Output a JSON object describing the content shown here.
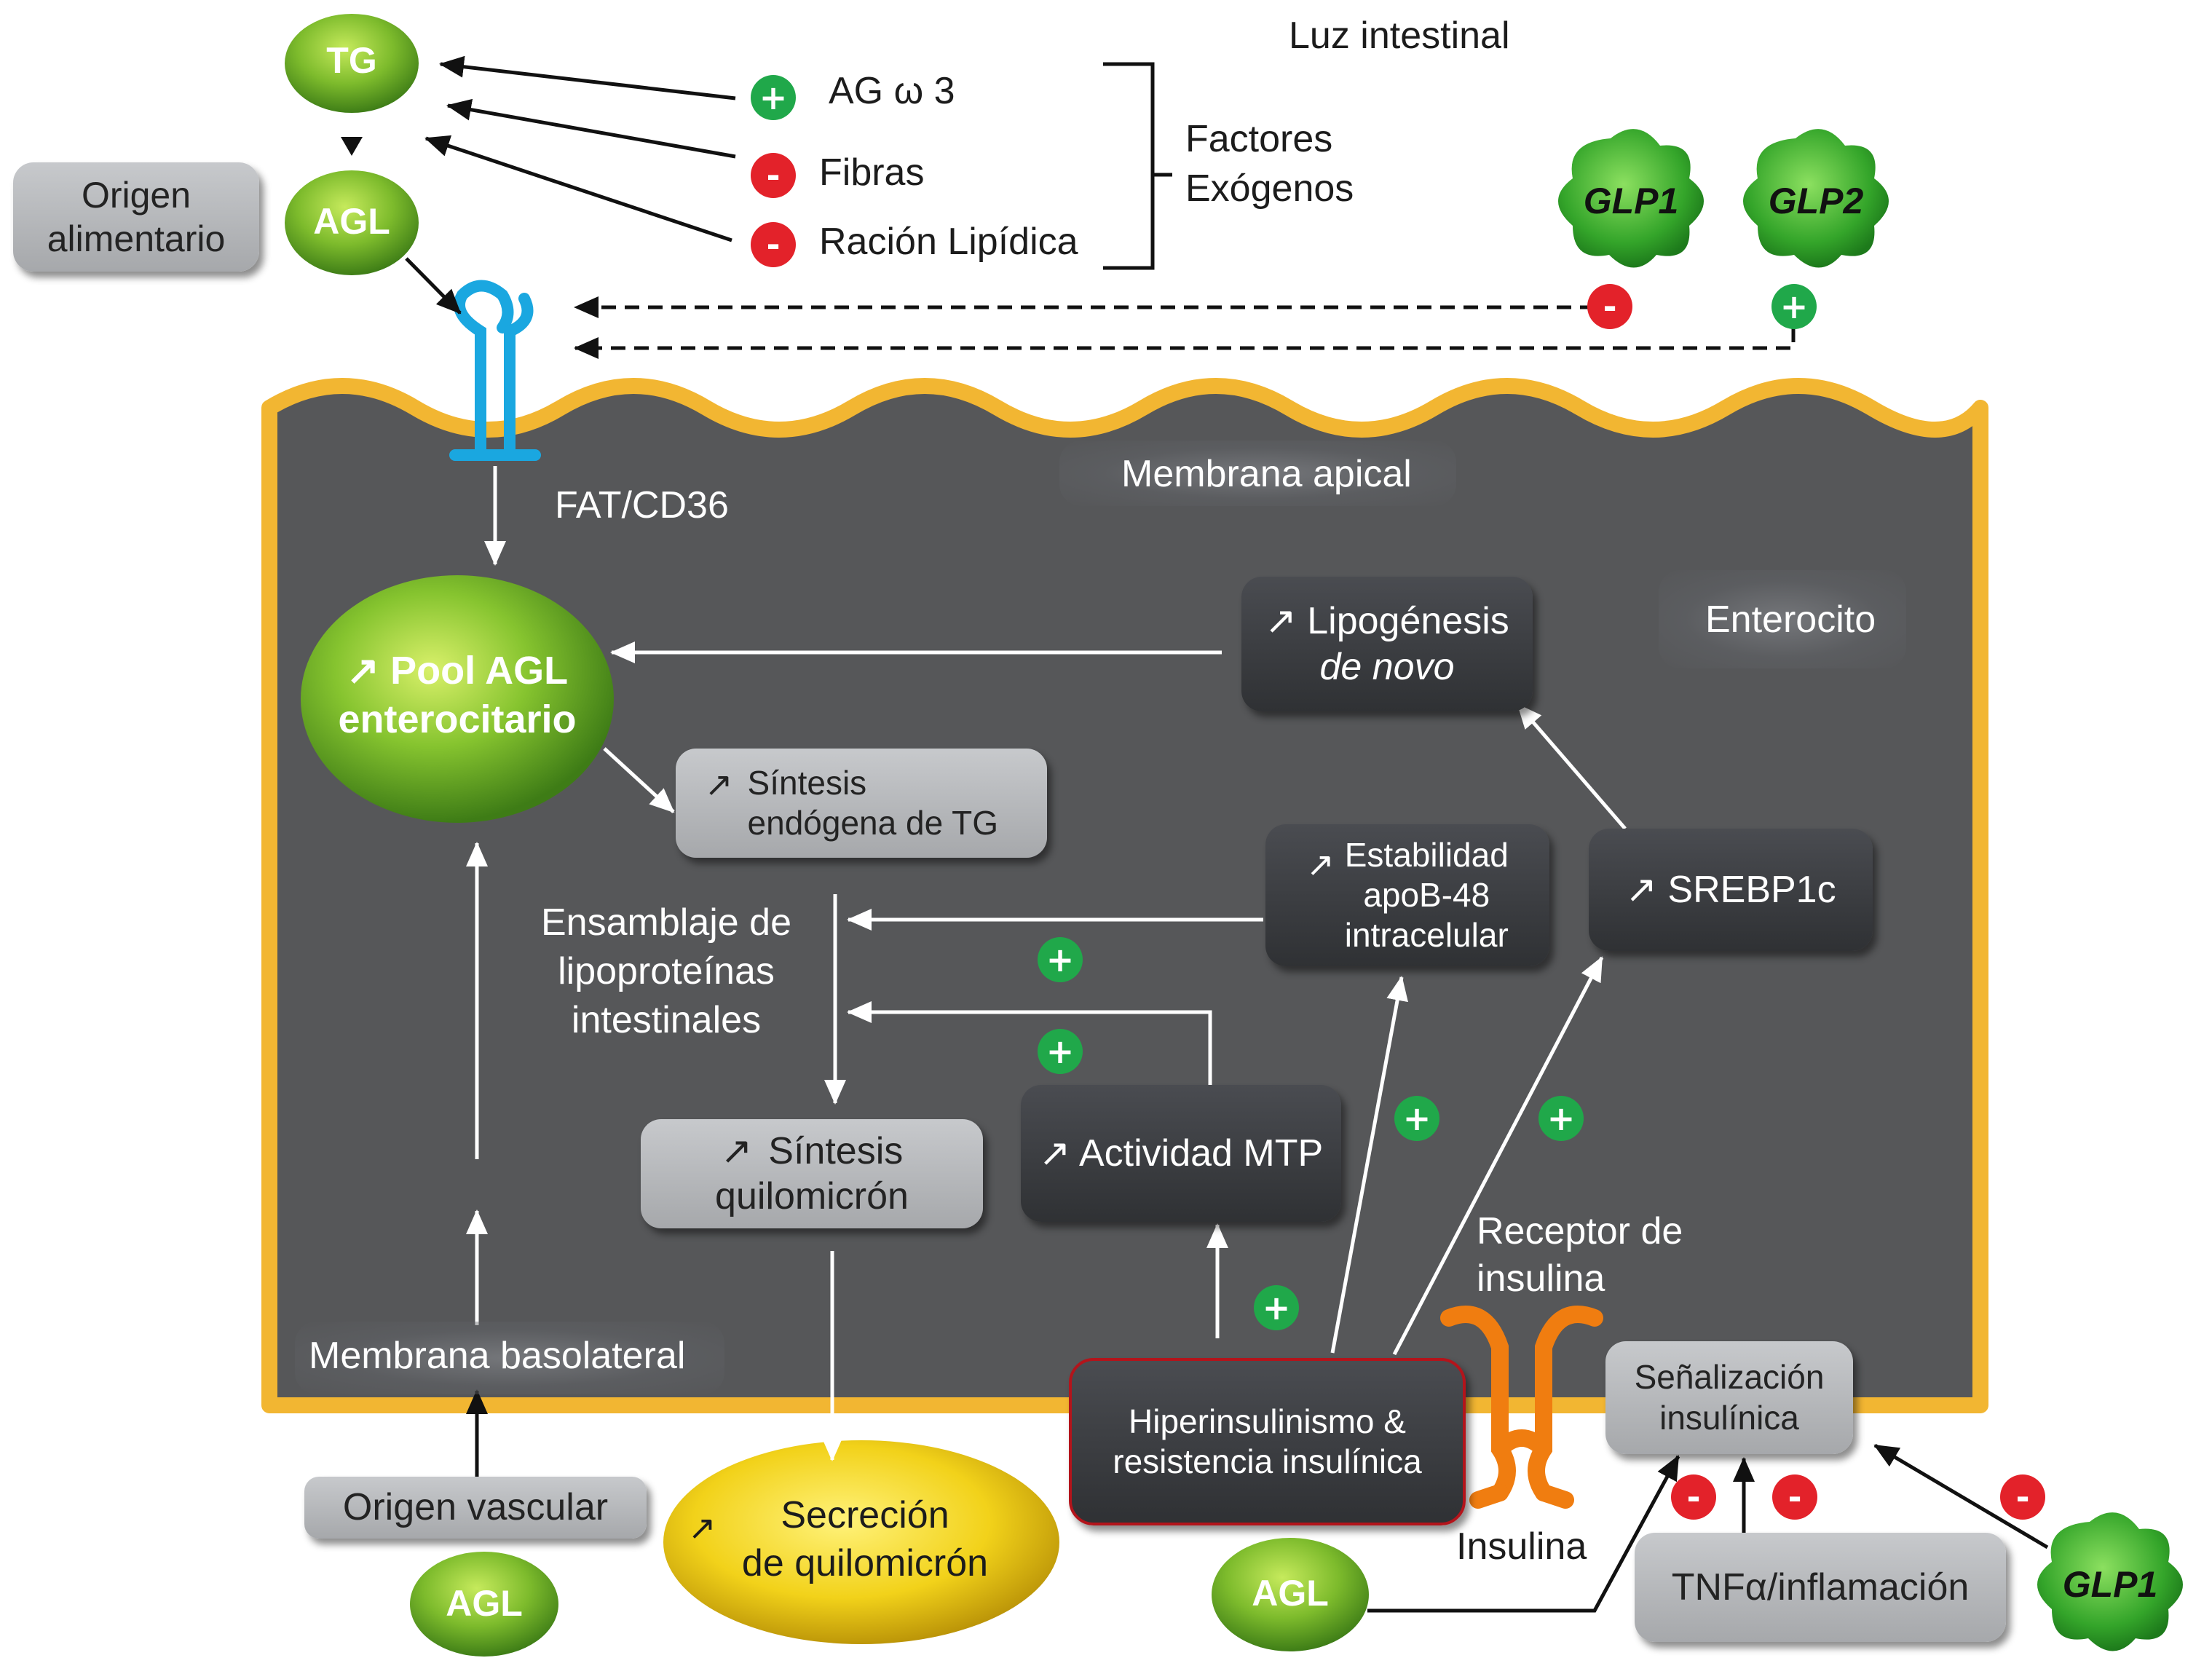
{
  "header": {
    "lumen": "Luz intestinal",
    "factors_label_line1": "Factores",
    "factors_label_line2": "Exógenos"
  },
  "nutrients": {
    "tg": "TG",
    "agl_top": "AGL",
    "agl_vascular": "AGL",
    "agl_bottom": "AGL",
    "origin_food_line1": "Origen",
    "origin_food_line2": "alimentario",
    "origin_vascular": "Origen vascular"
  },
  "exogenous_factors": [
    {
      "sign": "+",
      "label": "AG ω 3"
    },
    {
      "sign": "-",
      "label": "Fibras"
    },
    {
      "sign": "-",
      "label": "Ración Lipídica"
    }
  ],
  "hormones": {
    "glp1_top": "GLP1",
    "glp2_top": "GLP2",
    "glp1_bottom": "GLP1",
    "glp1_top_sign": "-",
    "glp2_top_sign": "+"
  },
  "cell": {
    "transporter": "FAT/CD36",
    "apical": "Membrana apical",
    "enterocyte": "Enterocito",
    "basolateral": "Membrana basolateral",
    "receptor_line1": "Receptor de",
    "receptor_line2": "insulina",
    "insulin": "Insulina"
  },
  "nodes": {
    "pool_line1": "↗ Pool AGL",
    "pool_line2": "enterocitario",
    "lipogenesis_line1": "↗ Lipogénesis",
    "lipogenesis_line2": "de novo",
    "tg_synthesis_arrow": "↗",
    "tg_synthesis_line1": "Síntesis",
    "tg_synthesis_line2": "endógena de TG",
    "assembly_line1": "Ensamblaje de",
    "assembly_line2": "lipoproteínas",
    "assembly_line3": "intestinales",
    "apob_arrow": "↗",
    "apob_line1": "Estabilidad",
    "apob_line2": "apoB-48",
    "apob_line3": "intracelular",
    "srebp": "↗  SREBP1c",
    "mtp": "↗ Actividad MTP",
    "chylo_arrow": "↗",
    "chylo_line1": "Síntesis",
    "chylo_line2": "quilomicrón",
    "secretion_arrow": "↗",
    "secretion_line1": "Secreción",
    "secretion_line2": "de quilomicrón",
    "hyper_line1": "Hiperinsulinismo &",
    "hyper_line2": "resistencia insulínica",
    "signal_line1": "Señalización",
    "signal_line2": "insulínica",
    "tnf": "TNFα/inflamación"
  },
  "effects": {
    "plus_apob_to_assembly": "+",
    "plus_mtp_to_assembly": "+",
    "plus_hyper_to_apob": "+",
    "plus_hyper_to_srebp": "+",
    "plus_hyper_to_mtp": "+",
    "minus_agl_on_signal": "-",
    "minus_tnf_on_signal": "-",
    "minus_glp1_on_signal": "-"
  },
  "colors": {
    "cell_fill": "#565759",
    "membrane": "#f2b632",
    "green_node": "#7dbb2c",
    "yellow_node": "#f2d21a",
    "plus": "#20a84a",
    "minus": "#e3222a",
    "transporter": "#1aa7e0",
    "receptor": "#f07d10"
  }
}
